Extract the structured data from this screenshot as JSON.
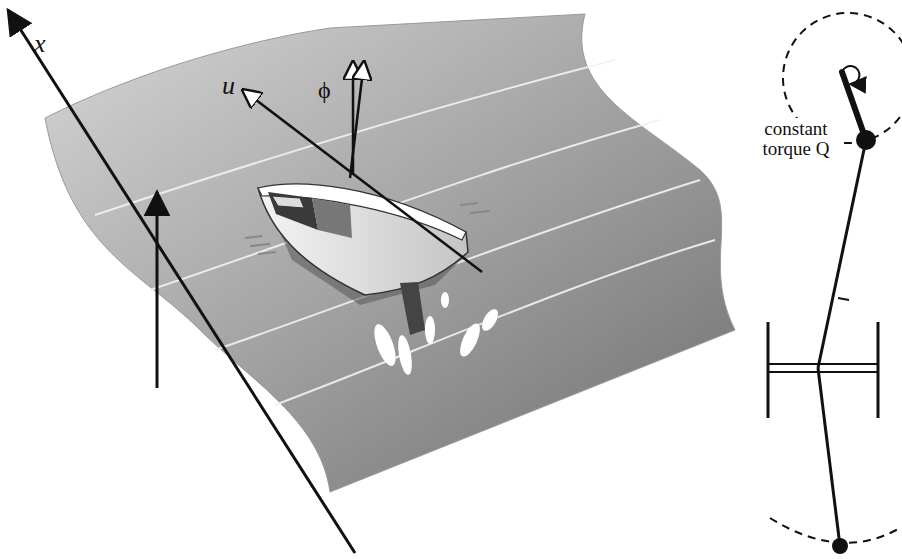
{
  "diagram": {
    "labels": [
      "x",
      "u",
      "ϕ",
      "constant torque Q"
    ]
  }
}
